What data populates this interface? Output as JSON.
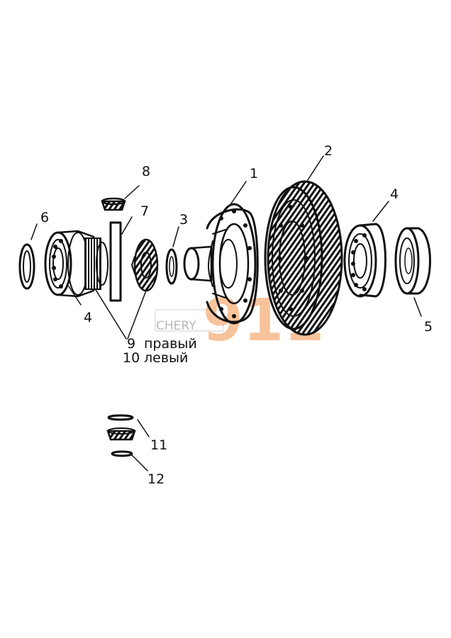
{
  "callouts": {
    "c1": "1",
    "c2": "2",
    "c3": "3",
    "c4a": "4",
    "c4b": "4",
    "c5": "5",
    "c6": "6",
    "c7": "7",
    "c8": "8",
    "c9": "9",
    "c9_text": "правый",
    "c10": "10",
    "c10_text": "левый",
    "c11": "11",
    "c12": "12"
  },
  "watermark": {
    "brand": "CHERY",
    "number": "911",
    "color": "#f6b98a"
  }
}
